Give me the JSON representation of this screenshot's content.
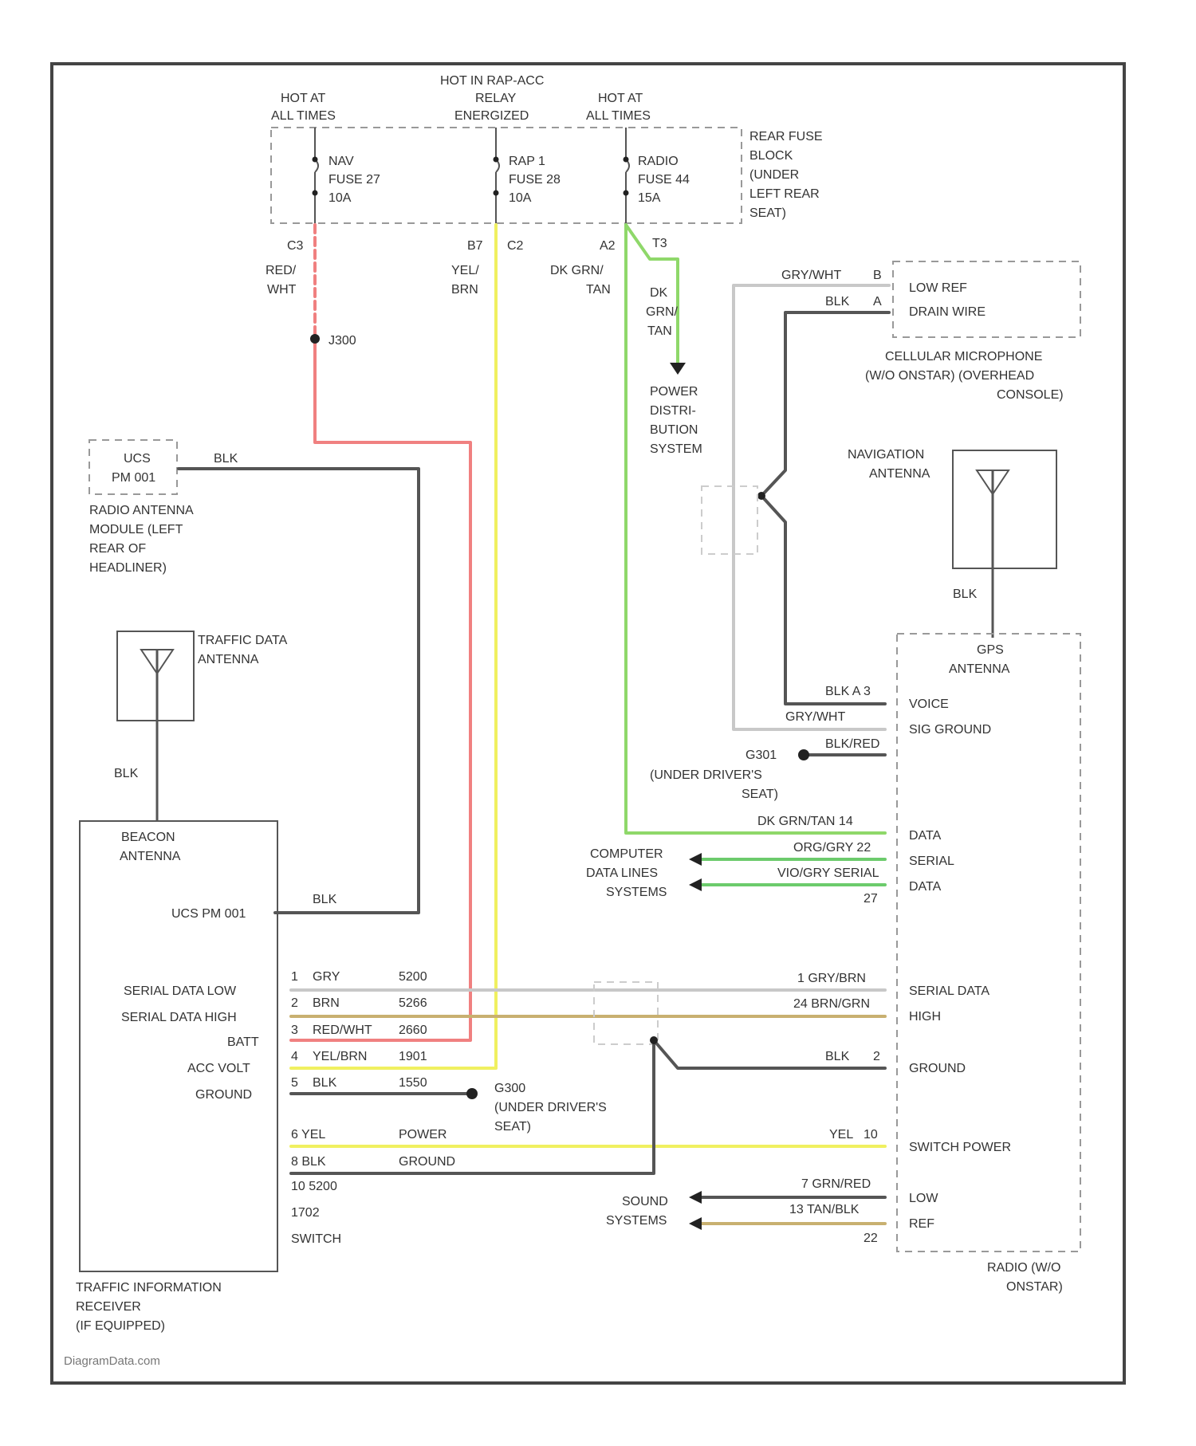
{
  "diagram": {
    "fuse_block": {
      "hot_left": [
        "HOT AT",
        "ALL TIMES"
      ],
      "hot_middle": [
        "HOT IN RAP-ACC",
        "RELAY",
        "ENERGIZED"
      ],
      "hot_right": [
        "HOT AT",
        "ALL TIMES"
      ],
      "fuse_nav": [
        "NAV",
        "FUSE 27",
        "10A"
      ],
      "fuse_rap": [
        "RAP 1",
        "FUSE 28",
        "10A"
      ],
      "fuse_radio": [
        "RADIO",
        "FUSE 44",
        "15A"
      ],
      "label": [
        "REAR FUSE",
        "BLOCK",
        "(UNDER",
        "LEFT REAR",
        "SEAT)"
      ],
      "pin_c3": "C3",
      "pin_b7": "B7",
      "pin_c2": "C2",
      "pin_a2": "A2",
      "pin_t3": "T3"
    },
    "wires": {
      "red_wht": [
        "RED/",
        "WHT"
      ],
      "yel_brn": [
        "YEL/",
        "BRN"
      ],
      "dk_grn_tan": [
        "DK GRN/",
        "TAN"
      ],
      "dk_grn_tan_2": [
        "DK",
        "GRN/",
        "TAN"
      ],
      "splice_j300": "J300",
      "power_dist": [
        "POWER",
        "DISTRI-",
        "BUTION",
        "SYSTEM"
      ]
    },
    "mic": {
      "wire1": "GRY/WHT",
      "pin1": "B",
      "wire2": "BLK",
      "pin2": "A",
      "term1": "LOW REF",
      "term2": "DRAIN WIRE",
      "label": [
        "CELLULAR MICROPHONE",
        "(W/O ONSTAR) (OVERHEAD",
        "CONSOLE)"
      ]
    },
    "nav_antenna": {
      "label": [
        "NAVIGATION",
        "ANTENNA"
      ],
      "wire": "BLK"
    },
    "radio_antenna": {
      "box": [
        "UCS",
        "PM 001"
      ],
      "wire": "BLK",
      "label": [
        "RADIO ANTENNA",
        "MODULE (LEFT",
        "REAR OF",
        "HEADLINER)"
      ]
    },
    "traffic_antenna": {
      "label": [
        "TRAFFIC DATA",
        "ANTENNA"
      ],
      "wire": "BLK"
    },
    "beacon": {
      "label": [
        "BEACON",
        "ANTENNA"
      ],
      "ucs_label": "UCS PM 001",
      "wire": "BLK",
      "pins": [
        "SERIAL DATA LOW",
        "SERIAL DATA HIGH",
        "BATT",
        "ACC VOLT",
        "GROUND"
      ],
      "pin_nums": [
        "1",
        "2",
        "3",
        "4",
        "5"
      ],
      "pin_wires": [
        "GRY",
        "BRN",
        "RED/WHT",
        "YEL/BRN",
        "BLK"
      ],
      "pin_circuits": [
        "5200",
        "5266",
        "2660",
        "1901",
        "1550"
      ],
      "pins2_nums": [
        "6 YEL",
        "8 BLK"
      ],
      "pins2_labels": [
        "POWER",
        "GROUND"
      ],
      "lower_labels": [
        "10 5200",
        "1702",
        "SWITCH"
      ],
      "receiver_label": [
        "TRAFFIC INFORMATION",
        "RECEIVER",
        "(IF EQUIPPED)"
      ]
    },
    "g300": {
      "label": "G300",
      "sub": [
        "(UNDER DRIVER'S",
        "SEAT)"
      ]
    },
    "g301": {
      "label": "G301",
      "sub": [
        "(UNDER DRIVER'S",
        "SEAT)"
      ]
    },
    "radio": {
      "gps_label": [
        "GPS",
        "ANTENNA"
      ],
      "wire_blk_a3": "BLK A 3",
      "wire_gry_wht": "GRY/WHT",
      "wire_blk_g301": "BLK/RED",
      "voice": "VOICE",
      "sig_ground": "SIG GROUND",
      "wire_data_top": "DK GRN/TAN 14",
      "data1": [
        "DATA",
        "SERIAL",
        "DATA"
      ],
      "wire_data_mid": "ORG/GRY 22",
      "wire_data_low": "VIO/GRY SERIAL",
      "pin_27": "27",
      "computer": [
        "COMPUTER",
        "DATA LINES",
        "SYSTEMS"
      ],
      "serial_data": [
        "SERIAL DATA",
        "HIGH"
      ],
      "wire_s1": "1 GRY/BRN",
      "wire_s2": "24 BRN/GRN",
      "wire_ground": "BLK",
      "pin_ground": "2",
      "ground": "GROUND",
      "wire_switch": "YEL",
      "pin_switch": "10",
      "switch_power": "SWITCH POWER",
      "sound": [
        "SOUND",
        "SYSTEMS"
      ],
      "wire_low": "7 GRN/RED",
      "wire_ref": "13 TAN/BLK",
      "low": "LOW",
      "ref": "REF",
      "pin_22": "22",
      "label": [
        "RADIO (W/O",
        "ONSTAR)"
      ]
    },
    "watermark": "DiagramData.com"
  }
}
